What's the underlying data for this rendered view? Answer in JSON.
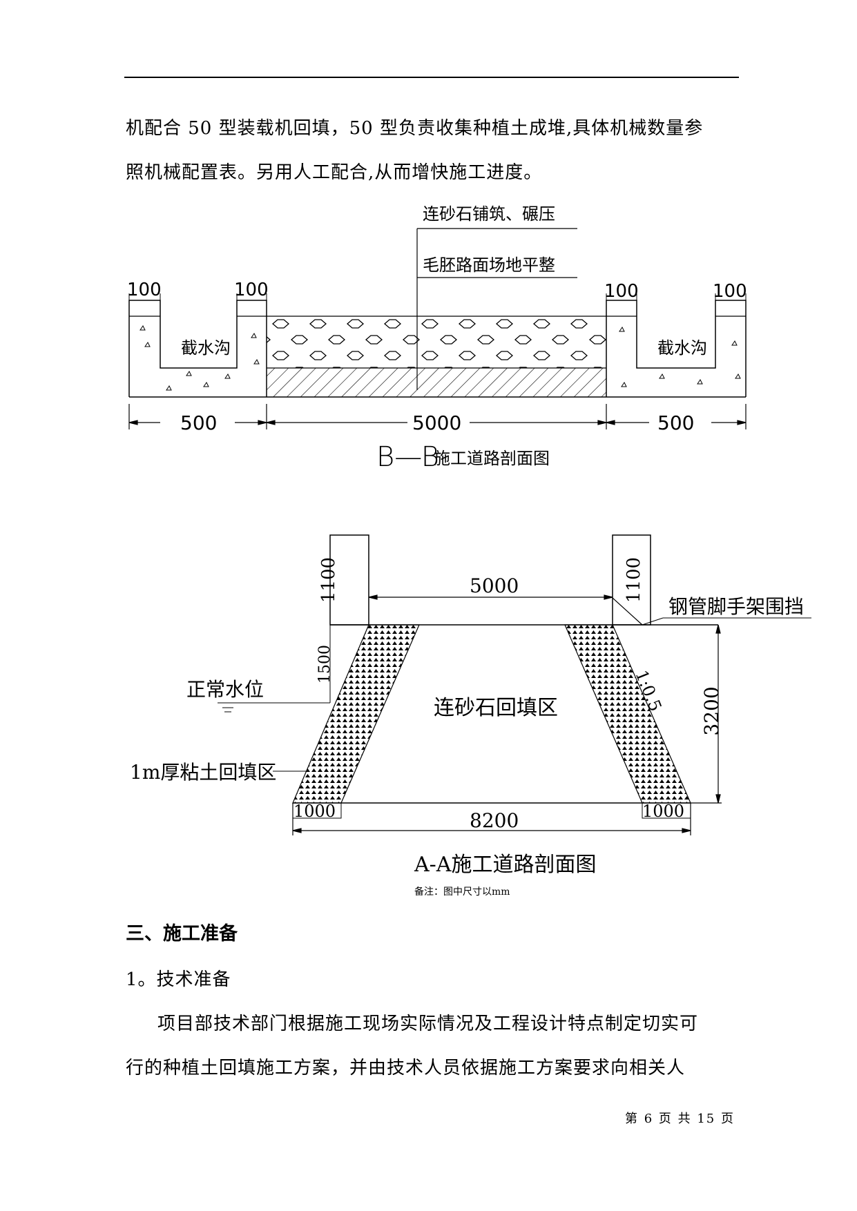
{
  "text": {
    "line1": "机配合 50 型装载机回填，50 型负责收集种植土成堆,具体机械数量参",
    "line2": "照机械配置表。另用人工配合,从而增快施工进度。",
    "heading3": "三、施工准备",
    "sub1": "1。技术准备",
    "para1": "项目部技术部门根据施工现场实际情况及工程设计特点制定切实可",
    "para2": "行的种植土回填施工方案，并由技术人员依据施工方案要求向相关人"
  },
  "bb": {
    "callout_top": "连砂石铺筑、碾压",
    "callout_bottom": "毛胚路面场地平整",
    "dim_100_a": "100",
    "dim_100_b": "100",
    "dim_100_c": "100",
    "dim_100_d": "100",
    "ditch_left": "截水沟",
    "ditch_right": "截水沟",
    "dim_500_left": "500",
    "dim_5000": "5000",
    "dim_500_right": "500",
    "caption_prefix": "B—B",
    "caption": "施工道路剖面图"
  },
  "aa": {
    "dim_1100_left": "1100",
    "dim_1100_right": "1100",
    "dim_5000": "5000",
    "fence_label": "钢管脚手架围挡",
    "dim_1500": "1500",
    "water_label": "正常水位",
    "fill_label": "连砂石回填区",
    "slope": "1:0.5",
    "dim_3200": "3200",
    "clay_label": "1m厚粘土回填区",
    "dim_1000_left": "1000",
    "dim_1000_right": "1000",
    "dim_8200": "8200",
    "caption": "A-A施工道路剖面图",
    "note": "备注：图中尺寸以mm"
  },
  "footer": "第 6 页 共 15 页"
}
